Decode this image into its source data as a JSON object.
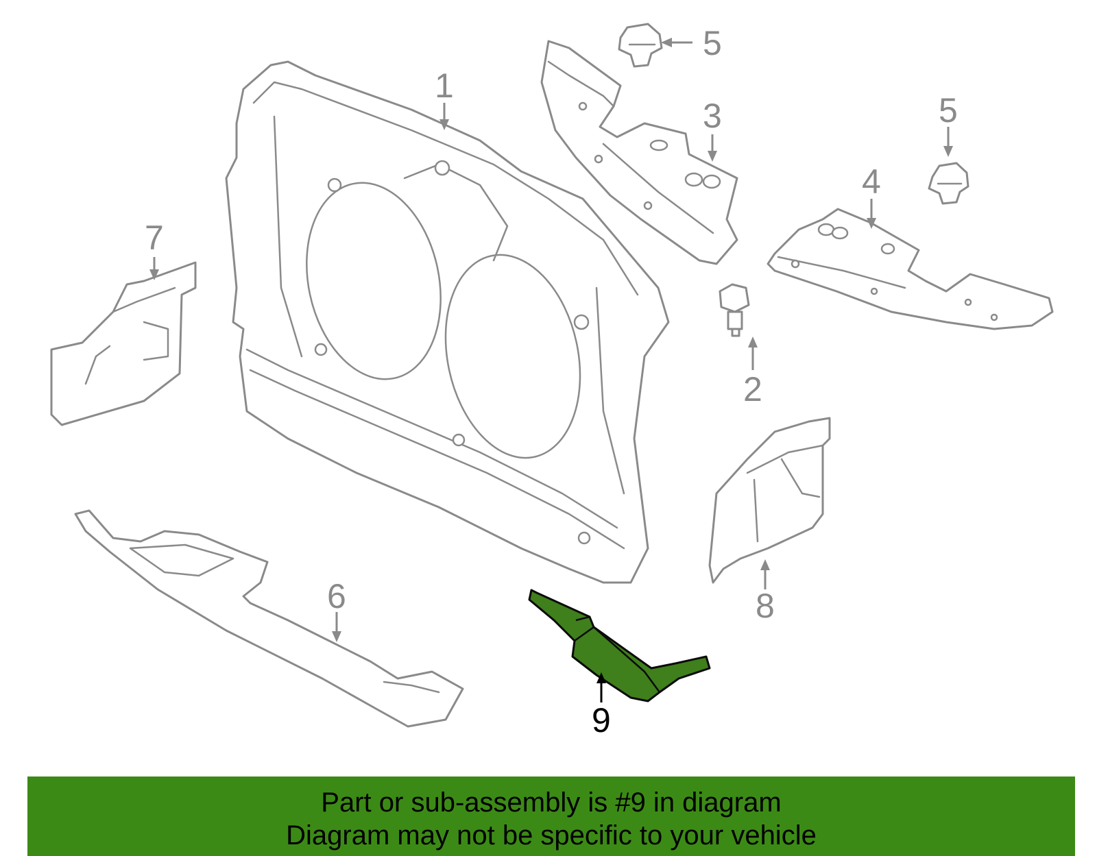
{
  "diagram": {
    "callouts": {
      "part1": "1",
      "part2": "2",
      "part3": "3",
      "part4": "4",
      "part5a": "5",
      "part5b": "5",
      "part6": "6",
      "part7": "7",
      "part8": "8",
      "part9": "9"
    },
    "colors": {
      "outline": "#8a8a8a",
      "highlight_fill": "#3f7f1c",
      "banner_background": "#3c8a16"
    }
  },
  "banner": {
    "line1": "Part or sub-assembly is #9 in diagram",
    "line2": "Diagram may not be specific to your vehicle"
  }
}
